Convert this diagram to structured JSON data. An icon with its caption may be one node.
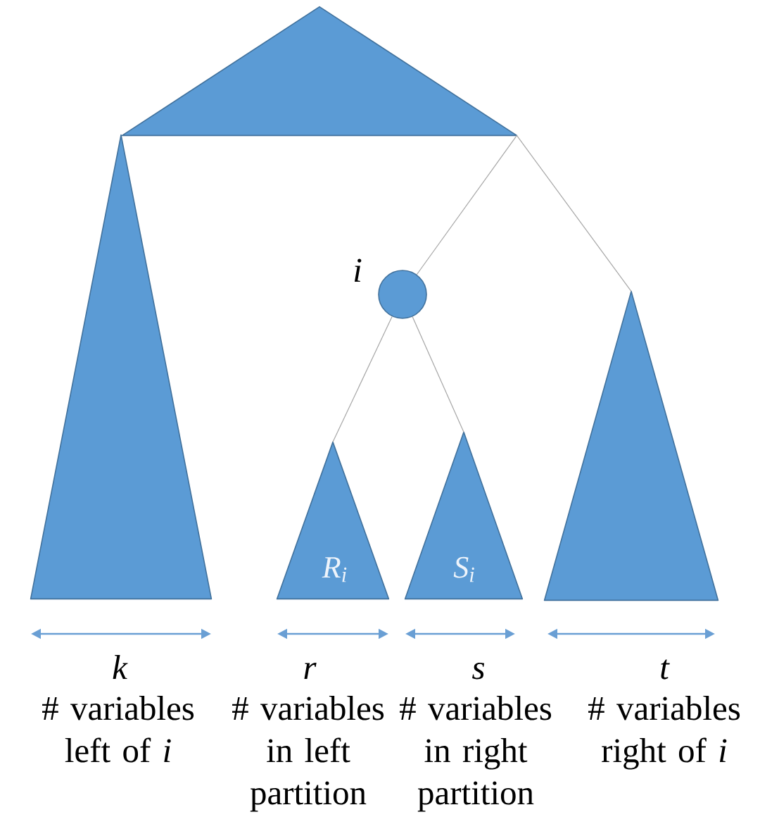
{
  "diagram": {
    "nodes": [
      {
        "text": [],
        "shape": "triangle"
      },
      {
        "text": [],
        "shape": "triangle",
        "beside": [
          "k",
          "# variables left of *i*"
        ]
      },
      {
        "text": [],
        "shape": "circle",
        "beside": [
          "i"
        ]
      },
      {
        "text": [
          "R$_{i}$"
        ],
        "beside": [
          "r",
          "# variables in left partition"
        ]
      },
      {
        "text": [
          "S$_{i}$"
        ],
        "beside": [
          "s",
          "# variables in right partition"
        ]
      },
      {
        "text": [],
        "shape": "triangle",
        "beside": [
          "t",
          "# variables right of *i*"
        ]
      }
    ],
    "edges": [
      {
        "from": 0,
        "to": 2,
        "arrow": "none"
      },
      {
        "from": 0,
        "to": 5,
        "arrow": "none"
      },
      {
        "from": 2,
        "to": 3,
        "arrow": "none"
      },
      {
        "from": 2,
        "to": 4,
        "arrow": "none"
      }
    ]
  }
}
